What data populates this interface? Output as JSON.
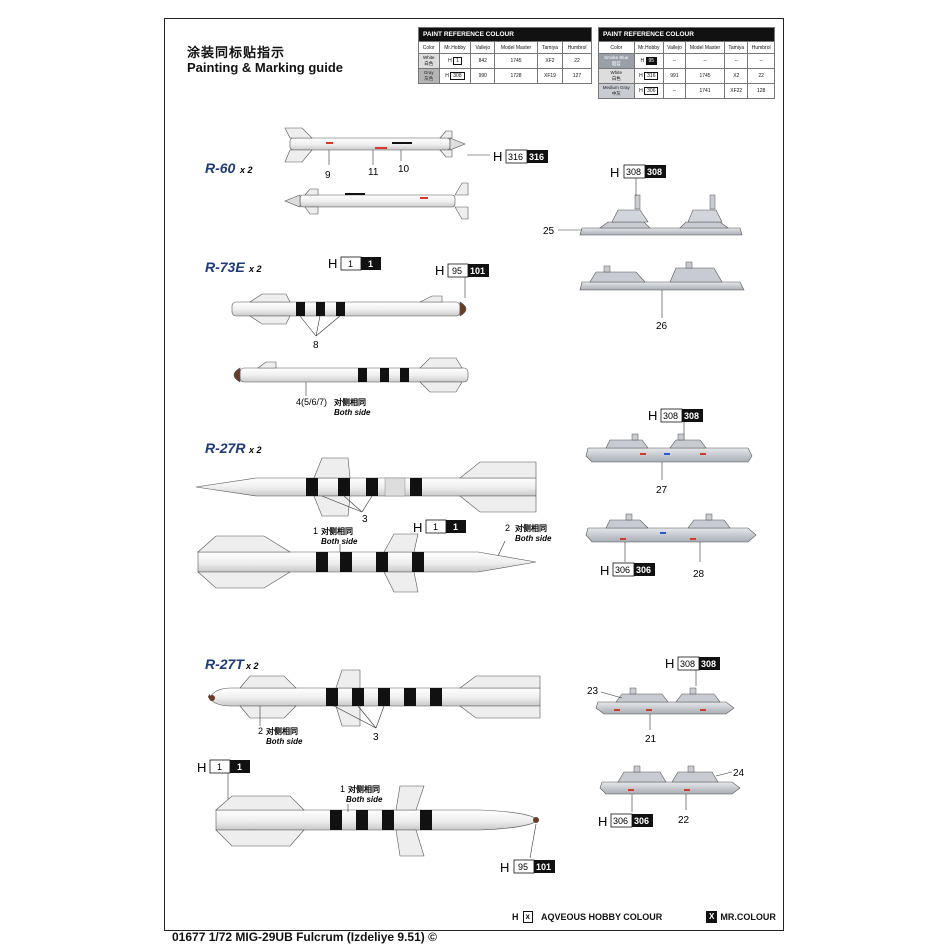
{
  "title_cn": "涂装同标贴指示",
  "title_en": "Painting & Marking guide",
  "ref_table_left": {
    "header": "PAINT  REFERENCE COLOUR",
    "columns": [
      "Color",
      "Mr.Hobby",
      "Vallejo",
      "Model Master",
      "Tamiya",
      "Humbrol"
    ],
    "rows": [
      {
        "color": "White",
        "color_cn": "白色",
        "mr_hobby": "1",
        "vallejo": "842",
        "model_master": "1745",
        "tamiya": "XF2",
        "humbrol": "22"
      },
      {
        "color": "Gray",
        "color_cn": "灰色",
        "mr_hobby": "308",
        "vallejo": "990",
        "model_master": "1728",
        "tamiya": "XF19",
        "humbrol": "127"
      }
    ]
  },
  "ref_table_right": {
    "header": "PAINT  REFERENCE COLOUR",
    "columns": [
      "Color",
      "Mr.Hobby",
      "Vallejo",
      "Model Master",
      "Tamiya",
      "Humbrol"
    ],
    "rows": [
      {
        "color": "Smoke Blue",
        "color_cn": "烟蓝",
        "mr_hobby": "95",
        "vallejo": "--",
        "model_master": "--",
        "tamiya": "--",
        "humbrol": "--"
      },
      {
        "color": "White",
        "color_cn": "白色",
        "mr_hobby": "316",
        "vallejo": "991",
        "model_master": "1745",
        "tamiya": "X2",
        "humbrol": "22"
      },
      {
        "color": "Medium Gray",
        "color_cn": "中灰",
        "mr_hobby": "306",
        "vallejo": "--",
        "model_master": "1741",
        "tamiya": "XF22",
        "humbrol": "128"
      }
    ]
  },
  "missiles": {
    "r60": {
      "name": "R-60",
      "qty": "x 2"
    },
    "r73e": {
      "name": "R-73E",
      "qty": "x 2"
    },
    "r27r": {
      "name": "R-27R",
      "qty": "x 2"
    },
    "r27t": {
      "name": "R-27T",
      "qty": "x 2"
    }
  },
  "paint_codes": {
    "h": "H",
    "c316": "316",
    "c308": "308",
    "c306": "306",
    "c1": "1",
    "c95": "95",
    "c101": "101"
  },
  "numbers": {
    "n2": "2",
    "n3": "3",
    "n8": "8",
    "n9": "9",
    "n10": "10",
    "n11": "11",
    "n21": "21",
    "n22": "22",
    "n23": "23",
    "n24": "24",
    "n25": "25",
    "n26": "26",
    "n27": "27",
    "n28": "28",
    "n1": "1",
    "n4": "4(5/6/7)"
  },
  "both_side_cn": "对侧相同",
  "both_side_en": "Both side",
  "legend": {
    "hobby_x": "x",
    "hobby_label": "AQVEOUS HOBBY COLOUR",
    "mr_x": "X",
    "mr_label": "MR.COLOUR"
  },
  "footer": "01677 1/72 MIG-29UB Fulcrum (Izdeliye 9.51)  ©",
  "colors": {
    "stripe": "#111111",
    "missile_body": "#f2f2f2",
    "rail": "#c9cdd3",
    "accent_red": "#d43a2a",
    "accent_blue": "#2a5bd4",
    "title_blue": "#1e3a7a"
  }
}
